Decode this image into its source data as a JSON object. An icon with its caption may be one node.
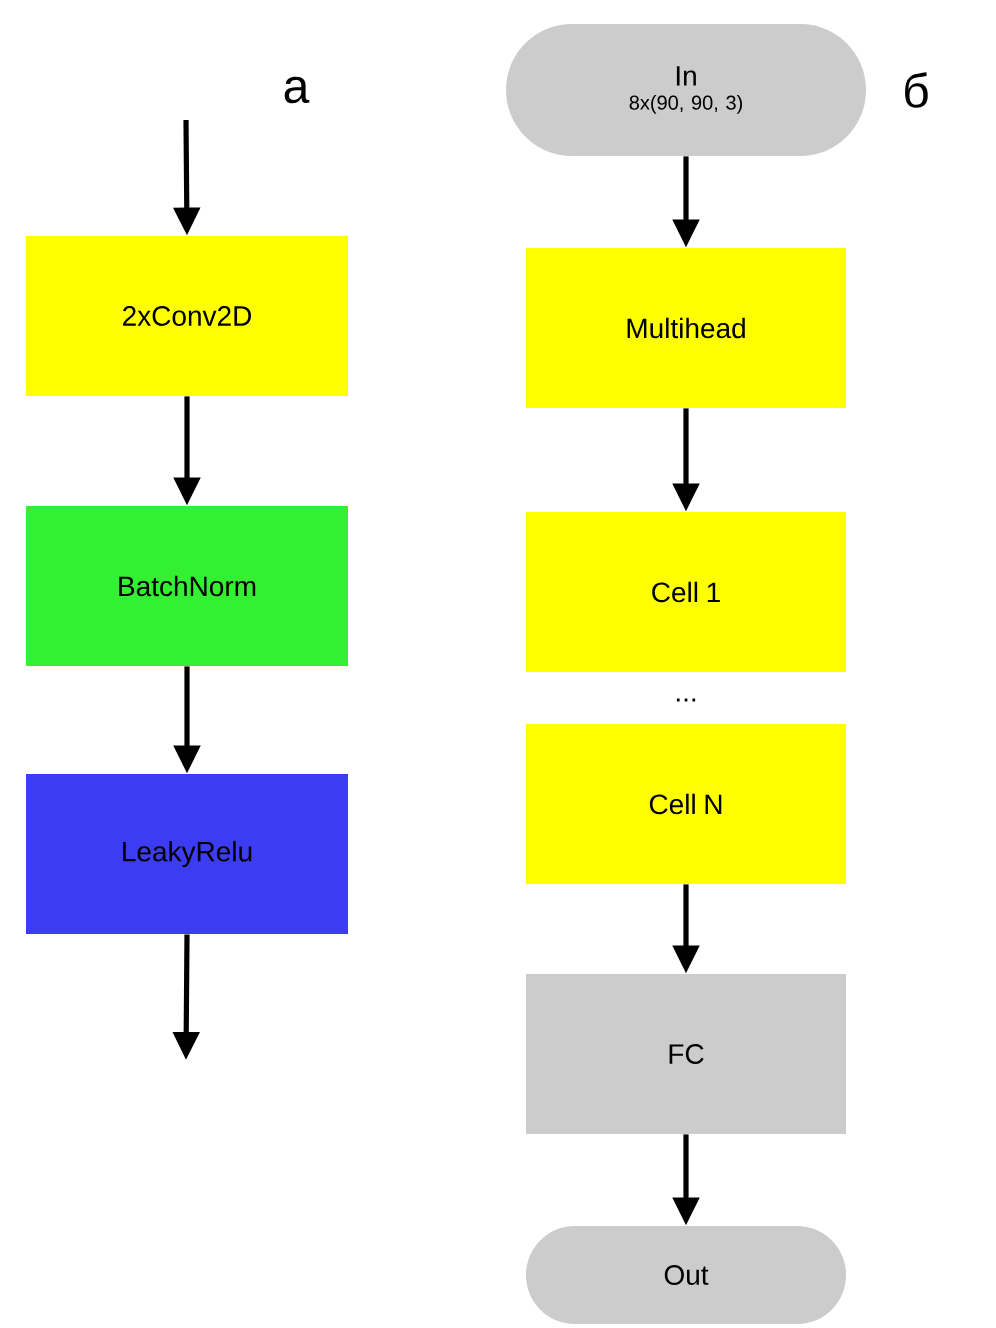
{
  "diagram": {
    "nodes": [
      {
        "text": [
          "2xConv2D"
        ]
      },
      {
        "text": [
          "BatchNorm"
        ]
      },
      {
        "text": [
          "LeakyRelu"
        ]
      },
      {
        "text": [
          "In",
          "8x(90, 90, 3)"
        ]
      },
      {
        "text": [
          "Multihead"
        ]
      },
      {
        "text": [
          "Cell 1"
        ]
      },
      {
        "text": [
          "Cell N"
        ]
      },
      {
        "text": [
          "FC"
        ]
      },
      {
        "text": [
          "Out"
        ]
      }
    ],
    "edges": [
      {
        "from": null,
        "to": 0,
        "arrow": "to"
      },
      {
        "from": 0,
        "to": 1,
        "arrow": "to"
      },
      {
        "from": 1,
        "to": 2,
        "arrow": "to"
      },
      {
        "from": 2,
        "to": null,
        "arrow": "to"
      },
      {
        "from": 3,
        "to": 4,
        "arrow": "to"
      },
      {
        "from": 4,
        "to": 5,
        "arrow": "to"
      },
      {
        "from": 6,
        "to": 7,
        "arrow": "to"
      },
      {
        "from": 7,
        "to": 8,
        "arrow": "to"
      }
    ],
    "labels": [
      "а",
      "б",
      "..."
    ]
  }
}
